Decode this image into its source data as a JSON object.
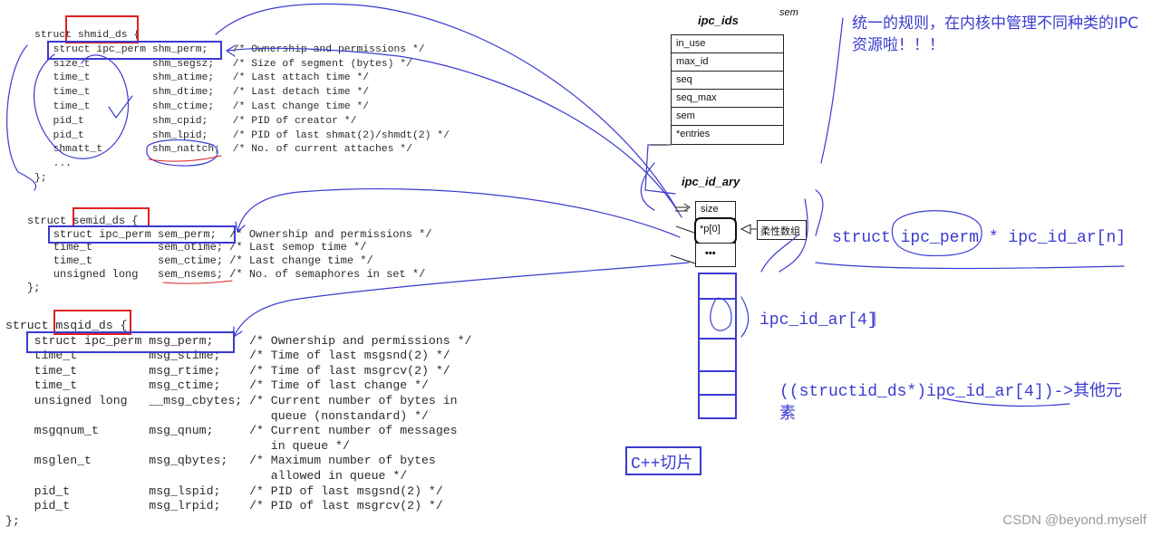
{
  "shmid_ds": {
    "header": "struct shmid_ds {",
    "lines": [
      "   struct ipc_perm shm_perm;    /* Ownership and permissions */",
      "   size_t          shm_segsz;   /* Size of segment (bytes) */",
      "   time_t          shm_atime;   /* Last attach time */",
      "   time_t          shm_dtime;   /* Last detach time */",
      "   time_t          shm_ctime;   /* Last change time */",
      "   pid_t           shm_cpid;    /* PID of creator */",
      "   pid_t           shm_lpid;    /* PID of last shmat(2)/shmdt(2) */",
      "   shmatt_t        shm_nattch;  /* No. of current attaches */",
      "   ...",
      "};"
    ]
  },
  "semid_ds": {
    "header": "struct semid_ds {",
    "lines": [
      "    struct ipc_perm sem_perm;  /* Ownership and permissions */",
      "    time_t          sem_otime; /* Last semop time */",
      "    time_t          sem_ctime; /* Last change time */",
      "    unsigned long   sem_nsems; /* No. of semaphores in set */",
      "};"
    ]
  },
  "msqid_ds": {
    "header": "struct msqid_ds {",
    "lines": [
      "    struct ipc_perm msg_perm;     /* Ownership and permissions */",
      "    time_t          msg_stime;    /* Time of last msgsnd(2) */",
      "    time_t          msg_rtime;    /* Time of last msgrcv(2) */",
      "    time_t          msg_ctime;    /* Time of last change */",
      "    unsigned long   __msg_cbytes; /* Current number of bytes in",
      "                                     queue (nonstandard) */",
      "    msgqnum_t       msg_qnum;     /* Current number of messages",
      "                                     in queue */",
      "    msglen_t        msg_qbytes;   /* Maximum number of bytes",
      "                                     allowed in queue */",
      "    pid_t           msg_lspid;    /* PID of last msgsnd(2) */",
      "    pid_t           msg_lrpid;    /* PID of last msgrcv(2) */",
      "};"
    ]
  },
  "ipc_ids": {
    "title": "ipc_ids",
    "fields": [
      "in_use",
      "max_id",
      "seq",
      "seq_max",
      "sem",
      "*entries"
    ],
    "side_label": "sem"
  },
  "ipc_id_ary": {
    "title": "ipc_id_ary",
    "size_label": "size",
    "p0_label": "*p[0]",
    "dots": "•••",
    "flex_array_label": "柔性数组"
  },
  "annotations": {
    "rule_note": "统一的规则，在内核中管理不同种类的IPC资源啦！！！",
    "ipc_id_ar_decl": "struct ipc_perm * ipc_id_ar[n]",
    "ipc_id_ar4": "ipc_id_ar[4]",
    "cast_note": "((structid_ds*)ipc_id_ar[4])->其他元素",
    "slicing_note": "C++切片"
  },
  "watermark": "CSDN @beyond.myself",
  "colors": {
    "ink_blue": "#3a3ad0",
    "mark_red": "#e02020",
    "code_text": "#2b2b2b"
  }
}
